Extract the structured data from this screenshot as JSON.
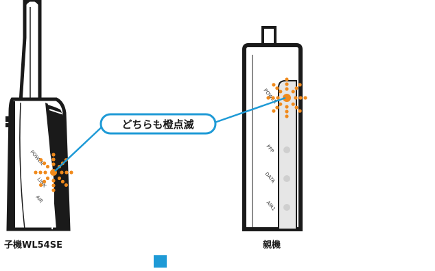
{
  "diagram": {
    "callout_text": "どちらも橙点滅",
    "accent_color": "#1e9ad6",
    "blink_color": "#f08a1c",
    "led_off_color": "#cfcfcf"
  },
  "child_device": {
    "caption": "子機WL54SE",
    "led_labels": {
      "power": "POWER",
      "link": "LINK",
      "air": "AIR"
    }
  },
  "parent_device": {
    "caption": "親機",
    "led_labels": {
      "power": "POWER",
      "ppp": "PPP",
      "data": "DATA",
      "air": "AIR1"
    }
  }
}
